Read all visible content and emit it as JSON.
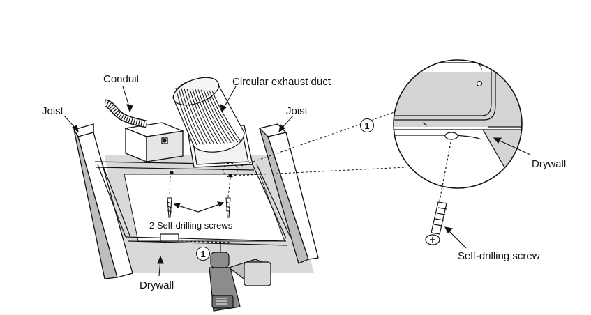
{
  "labels": {
    "conduit": "Conduit",
    "duct": "Circular exhaust duct",
    "joist_left": "Joist",
    "joist_right": "Joist",
    "screws_main": "2 Self-drilling screws",
    "drywall_main": "Drywall",
    "drywall_detail": "Drywall",
    "screw_detail": "Self-drilling screw"
  },
  "step_markers": {
    "main": "1",
    "detail": "1"
  },
  "colors": {
    "line": "#111111",
    "drywall_gray": "#d9d9d9",
    "joist_gray": "#b8b8b8",
    "tool_gray": "#8c8c8c"
  }
}
